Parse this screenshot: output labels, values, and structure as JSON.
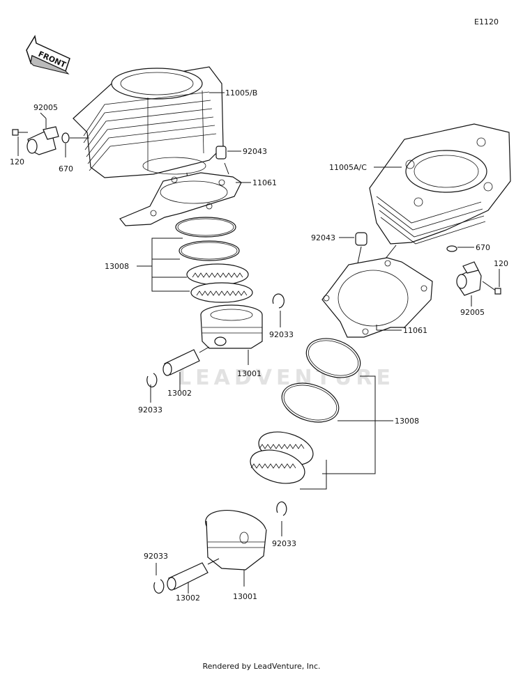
{
  "diagram_code": "E1120",
  "front_arrow_label": "FRONT",
  "watermark": "LEADVENTURE",
  "footer": "Rendered by LeadVenture, Inc.",
  "callouts": {
    "cyl_rear": "11005/B",
    "cyl_front": "11005A/C",
    "fitting_l": "92005",
    "fitting_r": "92005",
    "bolt_l": "120",
    "bolt_r": "120",
    "oring_l": "670",
    "oring_r": "670",
    "dowel_top": "92043",
    "dowel_mid": "92043",
    "gasket_top": "11061",
    "gasket_mid": "11061",
    "rings_top": "13008",
    "rings_bot": "13008",
    "piston_top": "13001",
    "piston_bot": "13001",
    "pin_top": "13002",
    "pin_bot": "13002",
    "clip_1": "92033",
    "clip_2": "92033",
    "clip_3": "92033",
    "clip_4": "92033"
  }
}
